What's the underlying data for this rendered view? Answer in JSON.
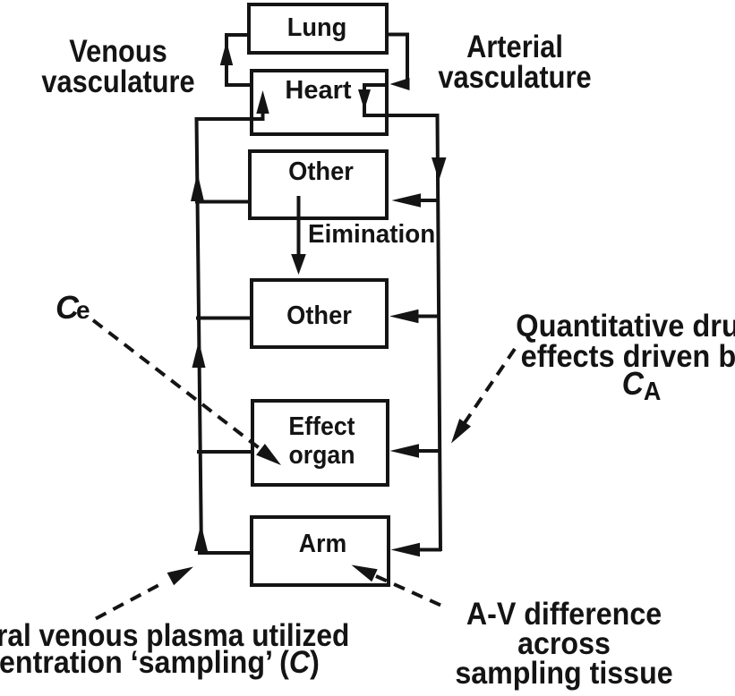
{
  "figure": {
    "background": "#ffffff",
    "ink": "#141414",
    "boxes": {
      "lung": {
        "label": "Lung"
      },
      "heart": {
        "label": "Heart"
      },
      "other_upper": {
        "label": "Other"
      },
      "other_lower": {
        "label": "Other"
      },
      "effect_organ": {
        "line1": "Effect",
        "line2": "organ"
      },
      "arm": {
        "label": "Arm"
      }
    },
    "annotations": {
      "venous": {
        "line1": "Venous",
        "line2": "vasculature"
      },
      "arterial": {
        "line1": "Arterial",
        "line2": "vasculature"
      },
      "elimination": "Eimination",
      "ce": {
        "symbol": "C",
        "suffix": "e"
      },
      "quantitative": {
        "line1": "Quantitative drug",
        "line2": "effects driven by",
        "symbol": "C",
        "symbol_sub": "A"
      },
      "av_difference": {
        "line1": "A-V difference",
        "line2": "across",
        "line3": "sampling tissue"
      },
      "peripheral": {
        "line1": "ral venous plasma utilized",
        "line2_pre": "entration ‘sampling’ (",
        "line2_symbol": "C",
        "line2_post": ")"
      }
    }
  }
}
